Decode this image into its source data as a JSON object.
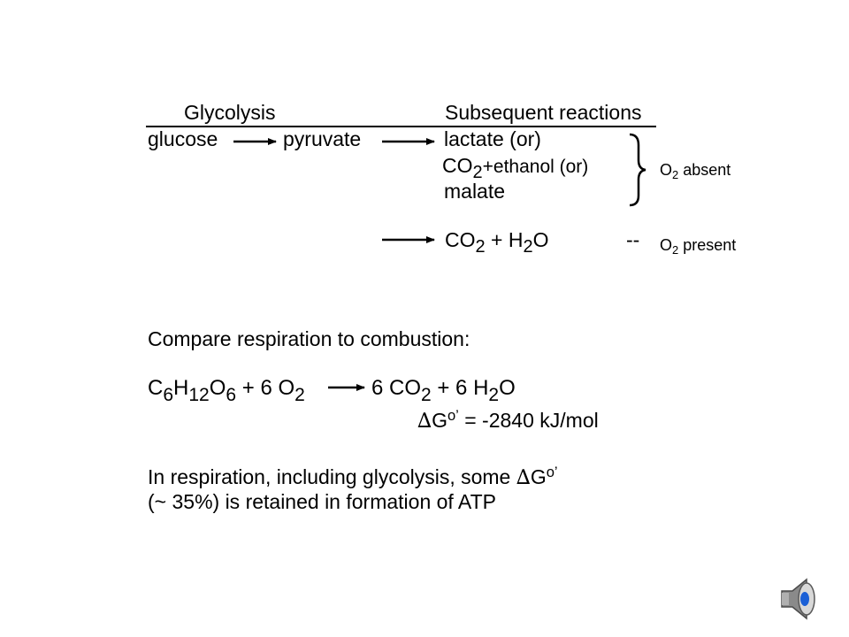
{
  "pathway": {
    "header_glycolysis": "Glycolysis",
    "header_subsequent": "Subsequent reactions",
    "glucose": "glucose",
    "pyruvate": "pyruvate",
    "lactate": "lactate (or)",
    "co2_ethanol_prefix": "CO",
    "co2_ethanol_sub": "2",
    "co2_ethanol_suffix": "+ethanol (or)",
    "malate": "malate",
    "o2_absent_prefix": "O",
    "o2_absent_sub": "2",
    "o2_absent_suffix": " absent",
    "co2_h2o_co": "CO",
    "co2_h2o_co_sub": "2",
    "co2_h2o_plus_h": " + H",
    "co2_h2o_h_sub": "2",
    "co2_h2o_o": "O",
    "dashes": "--",
    "o2_present_prefix": "O",
    "o2_present_sub": "2",
    "o2_present_suffix": " present"
  },
  "comparison": {
    "heading": "Compare respiration to combustion:",
    "eq_c": "C",
    "eq_c_sub": "6",
    "eq_h": "H",
    "eq_h_sub": "12",
    "eq_o": "O",
    "eq_o_sub": "6",
    "eq_plus_o2": " + 6 O",
    "eq_o2_sub": "2",
    "eq_prod_co2": "6 CO",
    "eq_prod_co2_sub": "2",
    "eq_prod_h2o": " + 6 H",
    "eq_prod_h2o_sub": "2",
    "eq_prod_o": "O",
    "dg_delta": "∆",
    "dg_g": "G",
    "dg_sup": "o’",
    "dg_value": " = -2840 kJ/mol"
  },
  "conclusion": {
    "line1_prefix": "In respiration, including glycolysis, some ",
    "line1_delta": "∆",
    "line1_g": "G",
    "line1_sup": "o’",
    "line2": "(~ 35%) is retained in formation of ATP"
  },
  "audio": {
    "icon": "speaker-icon",
    "color": "#1a5fd6"
  }
}
